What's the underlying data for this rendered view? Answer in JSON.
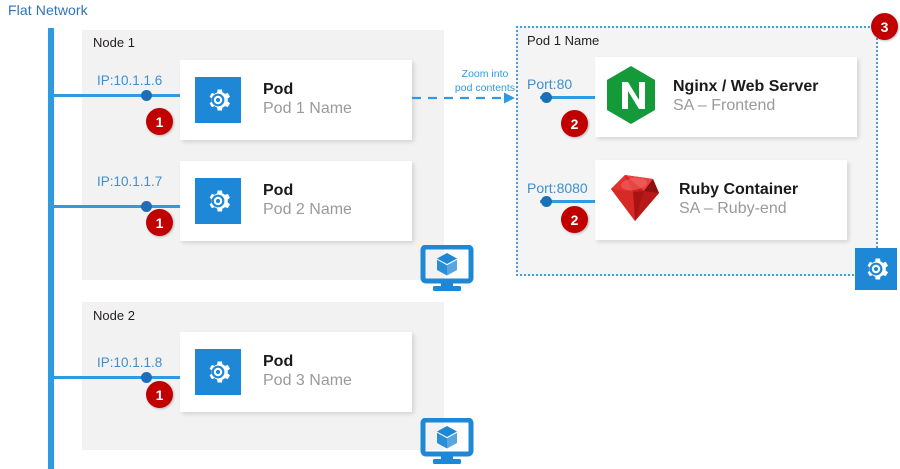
{
  "network": {
    "label": "Flat Network",
    "line_color": "#2E9BE0",
    "label_color": "#2E75B6"
  },
  "nodes": [
    {
      "label": "Node 1",
      "pods": [
        {
          "ip_label": "IP:10.1.1.6",
          "badge": "1",
          "icon": "gear-icon",
          "title": "Pod",
          "subtitle": "Pod 1 Name"
        },
        {
          "ip_label": "IP:10.1.1.7",
          "badge": "1",
          "icon": "gear-icon",
          "title": "Pod",
          "subtitle": "Pod 2 Name"
        }
      ],
      "monitor_icon": "monitor-cube-icon"
    },
    {
      "label": "Node 2",
      "pods": [
        {
          "ip_label": "IP:10.1.1.8",
          "badge": "1",
          "icon": "gear-icon",
          "title": "Pod",
          "subtitle": "Pod 3 Name"
        }
      ],
      "monitor_icon": "monitor-cube-icon"
    }
  ],
  "connector": {
    "line1": "Zoom  into",
    "line2": "pod contents",
    "arrow_icon": "dashed-arrow-right-icon"
  },
  "pod_detail": {
    "label": "Pod 1 Name",
    "badge": "3",
    "gear_icon": "gear-icon",
    "containers": [
      {
        "port_label": "Port:80",
        "badge": "2",
        "icon": "nginx-hexagon-icon",
        "title": "Nginx / Web Server",
        "subtitle": "SA – Frontend"
      },
      {
        "port_label": "Port:8080",
        "badge": "2",
        "icon": "ruby-gem-icon",
        "title": "Ruby Container",
        "subtitle": "SA – Ruby-end"
      }
    ]
  },
  "colors": {
    "blue": "#1E88D6",
    "light_blue": "#2E9BE0",
    "red_badge": "#C00000",
    "nginx_green": "#159A3A",
    "ruby_red": "#D21F1F",
    "panel_gray": "#f2f2f2"
  }
}
